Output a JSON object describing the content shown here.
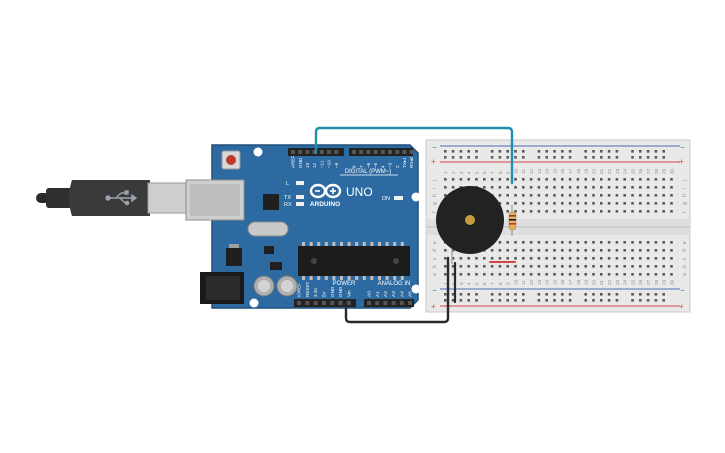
{
  "canvas": {
    "background": "#ffffff"
  },
  "colors": {
    "board_blue": "#2d6aa1",
    "board_dark": "#24588a",
    "header_black": "#232323",
    "breadboard": "#e9e9e9",
    "rail_red": "#d64545",
    "rail_blue": "#4a6fb5",
    "wire_teal": "#1f8fb0",
    "wire_black": "#2a2a2a",
    "buzzer": "#222222",
    "buzzer_center": "#c89b3c",
    "resistor": "#e0b46a",
    "usb_plug": "#3a3a3a"
  },
  "arduino": {
    "logo_text": "ARDUINO",
    "model": "UNO",
    "digital_label": "DIGITAL (PWM~)",
    "power_label": "POWER",
    "analog_label": "ANALOG IN",
    "on_label": "ON",
    "led_labels": {
      "l": "L",
      "tx": "TX",
      "rx": "RX"
    },
    "top_pins": [
      "AREF",
      "GND",
      "13",
      "12",
      "~11",
      "~10",
      "~9",
      "8",
      "7",
      "~6",
      "~5",
      "4",
      "~3",
      "2",
      "TX▸1",
      "RX◂0"
    ],
    "power_pins": [
      "IOREF",
      "RESET",
      "3.3V",
      "5V",
      "GND",
      "GND",
      "Vin"
    ],
    "analog_pins": [
      "A0",
      "A1",
      "A2",
      "A3",
      "A4",
      "A5"
    ]
  },
  "breadboard": {
    "plus": "+",
    "minus": "−",
    "row_letters_top": [
      "j",
      "i",
      "h",
      "g",
      "f"
    ],
    "row_letters_bottom": [
      "e",
      "d",
      "c",
      "b",
      "a"
    ],
    "column_numbers": [
      "1",
      "2",
      "3",
      "4",
      "5",
      "6",
      "7",
      "8",
      "9",
      "10",
      "11",
      "12",
      "13",
      "14",
      "15",
      "16",
      "17",
      "18",
      "19",
      "20",
      "21",
      "22",
      "23",
      "24",
      "25",
      "26",
      "27",
      "28",
      "29",
      "30"
    ]
  },
  "components": {
    "buzzer": {
      "name": "piezo buzzer"
    },
    "resistor": {
      "name": "resistor"
    }
  }
}
